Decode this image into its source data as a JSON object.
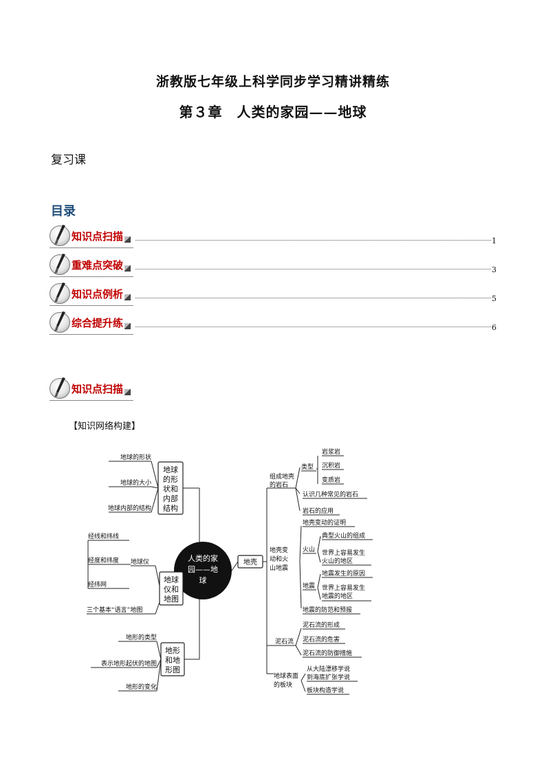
{
  "document": {
    "title": "浙教版七年级上科学同步学习精讲精练",
    "chapter": "第３章　人类的家园——地球",
    "lesson_type": "复习课"
  },
  "toc": {
    "heading": "目录",
    "items": [
      {
        "label": "知识点扫描",
        "page": "1"
      },
      {
        "label": "重难点突破",
        "page": "3"
      },
      {
        "label": "知识点例析",
        "page": "5"
      },
      {
        "label": "综合提升练",
        "page": "6"
      }
    ]
  },
  "section": {
    "label": "知识点扫描",
    "subheading": "【知识网络构建】"
  },
  "mindmap": {
    "center": {
      "lines": [
        "人类的家",
        "园——地",
        "球"
      ]
    },
    "left_branches": [
      {
        "box": [
          "地球",
          "的形",
          "状和",
          "内部",
          "结构"
        ],
        "leaves": [
          "地球的形状",
          "地球的大小",
          "地球内部的结构"
        ]
      },
      {
        "box": [
          "地球",
          "仪和",
          "地图"
        ],
        "sub": "地球仪",
        "sub_leaves": [
          "经线和纬线",
          "经度和纬度",
          "经纬网"
        ],
        "leaves": [
          "三个基本“语言”地图"
        ]
      },
      {
        "box": [
          "地形",
          "和地",
          "形图"
        ],
        "leaves": [
          "地形的类型",
          "表示地形起伏的地图",
          "地形的变化"
        ]
      }
    ],
    "right_root": "地壳",
    "right_branches": [
      {
        "label": [
          "组成地壳",
          "的岩石"
        ],
        "items": [
          {
            "label": "类型",
            "leaves": [
              "岩浆岩",
              "沉积岩",
              "变质岩"
            ]
          },
          {
            "label": "认识几种常见的岩石"
          },
          {
            "label": "岩石的应用"
          }
        ]
      },
      {
        "label": [
          "地壳变",
          "动和火",
          "山地震"
        ],
        "items": [
          {
            "label": "地壳变动的证明"
          },
          {
            "label": "火山",
            "leaves": [
              "典型火山的组成",
              "世界上容易发生|火山的地区"
            ]
          },
          {
            "label": "地震",
            "leaves": [
              "地震发生的原因",
              "世界上容易发生|地震的地区"
            ]
          },
          {
            "label": "地震的防范和预报"
          }
        ]
      },
      {
        "label": [
          "泥石流"
        ],
        "items": [
          {
            "label": "泥石流的形成"
          },
          {
            "label": "泥石流的危害"
          },
          {
            "label": "泥石流的防御措施"
          }
        ]
      },
      {
        "label": [
          "地球表面",
          "的板块"
        ],
        "items": [
          {
            "label": "从大陆漂移学说|到海底扩张学说"
          },
          {
            "label": "板块构造学说"
          }
        ]
      }
    ]
  }
}
